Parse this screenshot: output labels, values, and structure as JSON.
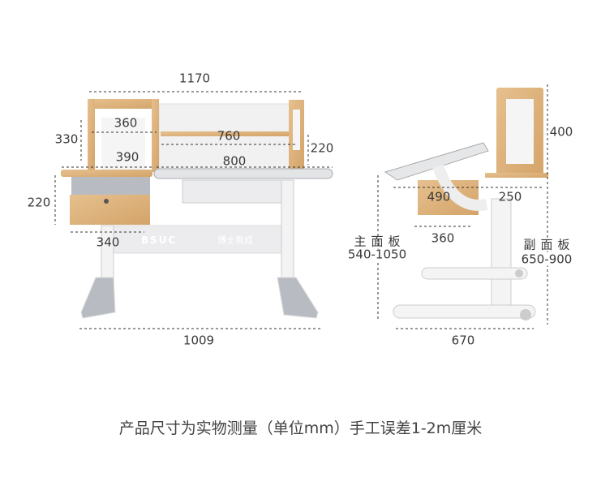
{
  "front_view": {
    "dimensions": {
      "total_width": "1170",
      "hutch_inner_width": "360",
      "hutch_height": "330",
      "shelf_length": "760",
      "shelf_height": "220",
      "side_top_width": "390",
      "main_top_width": "800",
      "drawer_height": "220",
      "drawer_width": "340",
      "base_width": "1009"
    },
    "logo_text": "BSUC",
    "logo_cn": "博士有成"
  },
  "side_view": {
    "dimensions": {
      "hutch_height": "400",
      "main_top_depth": "490",
      "side_top_depth": "250",
      "drawer_depth": "360",
      "main_top_label": "主面板",
      "main_top_range": "540-1050",
      "side_top_label": "副面板",
      "side_top_range": "650-900",
      "base_depth": "670"
    }
  },
  "caption": "产品尺寸为实物测量（单位mm）手工误差1-2m厘米",
  "colors": {
    "wood": "#dcb27c",
    "metal": "#e9eaec",
    "grey": "#a9acb1",
    "text": "#3a3a3a"
  }
}
